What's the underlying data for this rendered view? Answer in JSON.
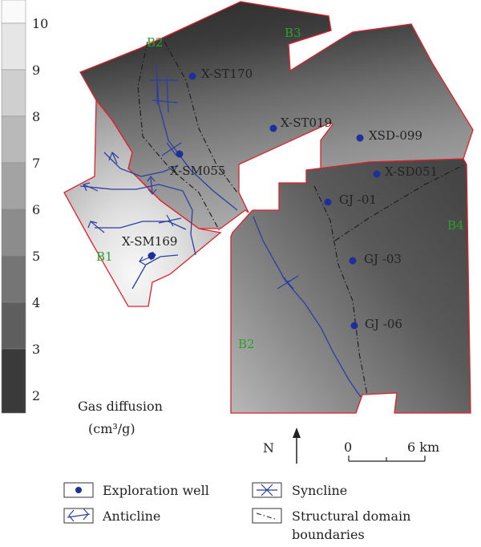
{
  "colorbar": {
    "ticks": [
      "10",
      "9",
      "8",
      "7",
      "6",
      "5",
      "4",
      "3",
      "2"
    ],
    "title_line1": "Gas diffusion",
    "title_line2": "(cm³/g)",
    "range": [
      1.5,
      10.8
    ],
    "colors": [
      "#2b2b2b",
      "#fafafa"
    ]
  },
  "domains": {
    "b1": "B1",
    "b2_north": "B2",
    "b2_south": "B2",
    "b3": "B3",
    "b4": "B4"
  },
  "wells": [
    {
      "id": "x-st170",
      "label": "X-ST170"
    },
    {
      "id": "x-st019",
      "label": "X-ST019"
    },
    {
      "id": "xsd-099",
      "label": "XSD-099"
    },
    {
      "id": "x-sm055",
      "label": "X-SM055"
    },
    {
      "id": "x-sd051",
      "label": "X-SD051"
    },
    {
      "id": "gj-01",
      "label": "GJ -01"
    },
    {
      "id": "x-sm169",
      "label": "X-SM169"
    },
    {
      "id": "gj-03",
      "label": "GJ -03"
    },
    {
      "id": "gj-06",
      "label": "GJ -06"
    }
  ],
  "north_arrow": {
    "label": "N"
  },
  "scale_bar": {
    "start": "0",
    "end": "6 km"
  },
  "legend": {
    "exploration_well": "Exploration well",
    "anticline": "Anticline",
    "syncline": "Syncline",
    "boundary_line1": "Structural domain",
    "boundary_line2": "boundaries"
  },
  "colors": {
    "boundary": "#e0202a",
    "structure": "#2b3fa0",
    "domain_label": "#2ca02c",
    "well": "#1f2f9a"
  }
}
